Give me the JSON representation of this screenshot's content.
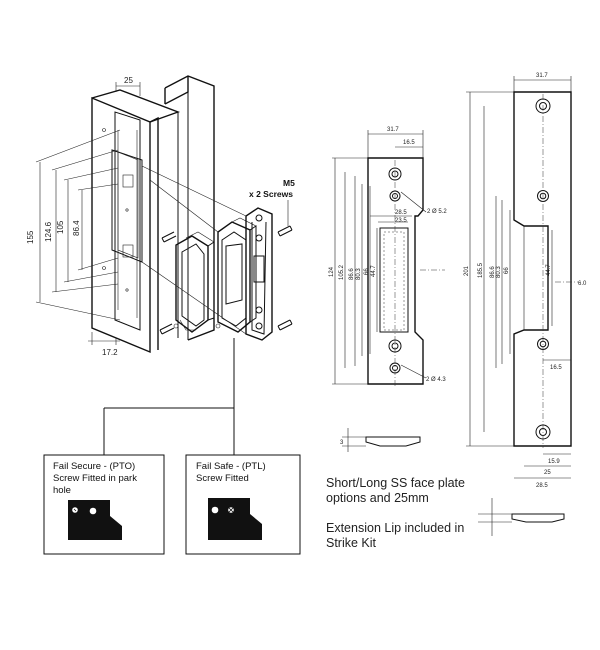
{
  "assembly": {
    "dim_top": "25",
    "dim_155": "155",
    "dim_124_6": "124.6",
    "dim_105": "105",
    "dim_86_4": "86.4",
    "dim_bottom": "17.2",
    "screw_label_1": "M5",
    "screw_label_2": "x 2 Screws"
  },
  "fail_secure": {
    "title_line1": "Fail Secure - (PTO)",
    "title_line2": "Screw Fitted in park",
    "title_line3": "hole"
  },
  "fail_safe": {
    "title_line1": "Fail Safe - (PTL)",
    "title_line2": "Screw Fitted"
  },
  "short_plate": {
    "w_31_7": "31.7",
    "w_16_5": "16.5",
    "w_28_5": "28.5",
    "w_23_5": "23.5",
    "h_124": "124",
    "h_105_2": "105.2",
    "h_86_6": "86.6",
    "h_80_3": "80.3",
    "h_66": "66",
    "h_44_7": "44.7",
    "hole_top": "2 Ø 5.2",
    "hole_bottom": "2 Ø 4.3",
    "thickness": "3"
  },
  "long_plate": {
    "w_31_7": "31.7",
    "h_201": "201",
    "h_185_5": "185.5",
    "h_86_6": "86.6",
    "h_80_3": "80.3",
    "h_66": "66",
    "h_44_7": "44.7",
    "depth_6": "6.0",
    "w_16_5": "16.5",
    "w_15_9": "15.9",
    "w_25": "25",
    "w_28_5": "28.5"
  },
  "notes": {
    "line1": "Short/Long SS face plate options and 25mm",
    "line2": "Extension Lip included in Strike Kit"
  }
}
